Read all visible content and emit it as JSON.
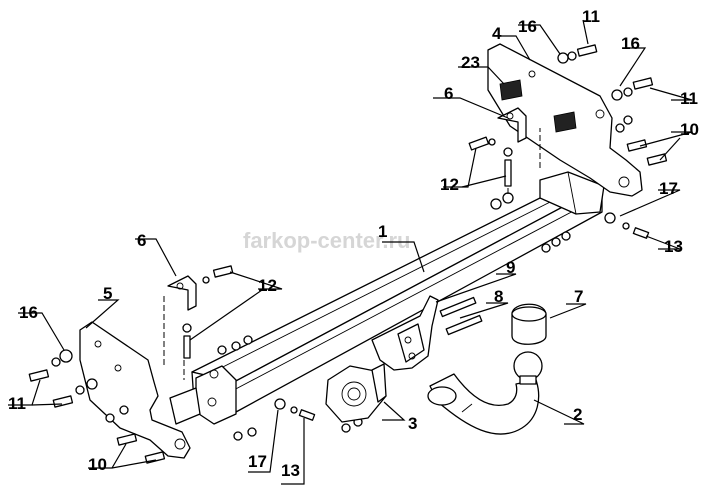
{
  "watermark": "farkop-center.ru",
  "labels": {
    "l1": "1",
    "l2": "2",
    "l3": "3",
    "l4": "4",
    "l5": "5",
    "l6a": "6",
    "l6b": "6",
    "l7": "7",
    "l8": "8",
    "l9": "9",
    "l10a": "10",
    "l10b": "10",
    "l11a": "11",
    "l11b": "11",
    "l11c": "11",
    "l12a": "12",
    "l12b": "12",
    "l13a": "13",
    "l13b": "13",
    "l16a": "16",
    "l16b": "16",
    "l16c": "16",
    "l17a": "17",
    "l17b": "17",
    "l23": "23"
  }
}
